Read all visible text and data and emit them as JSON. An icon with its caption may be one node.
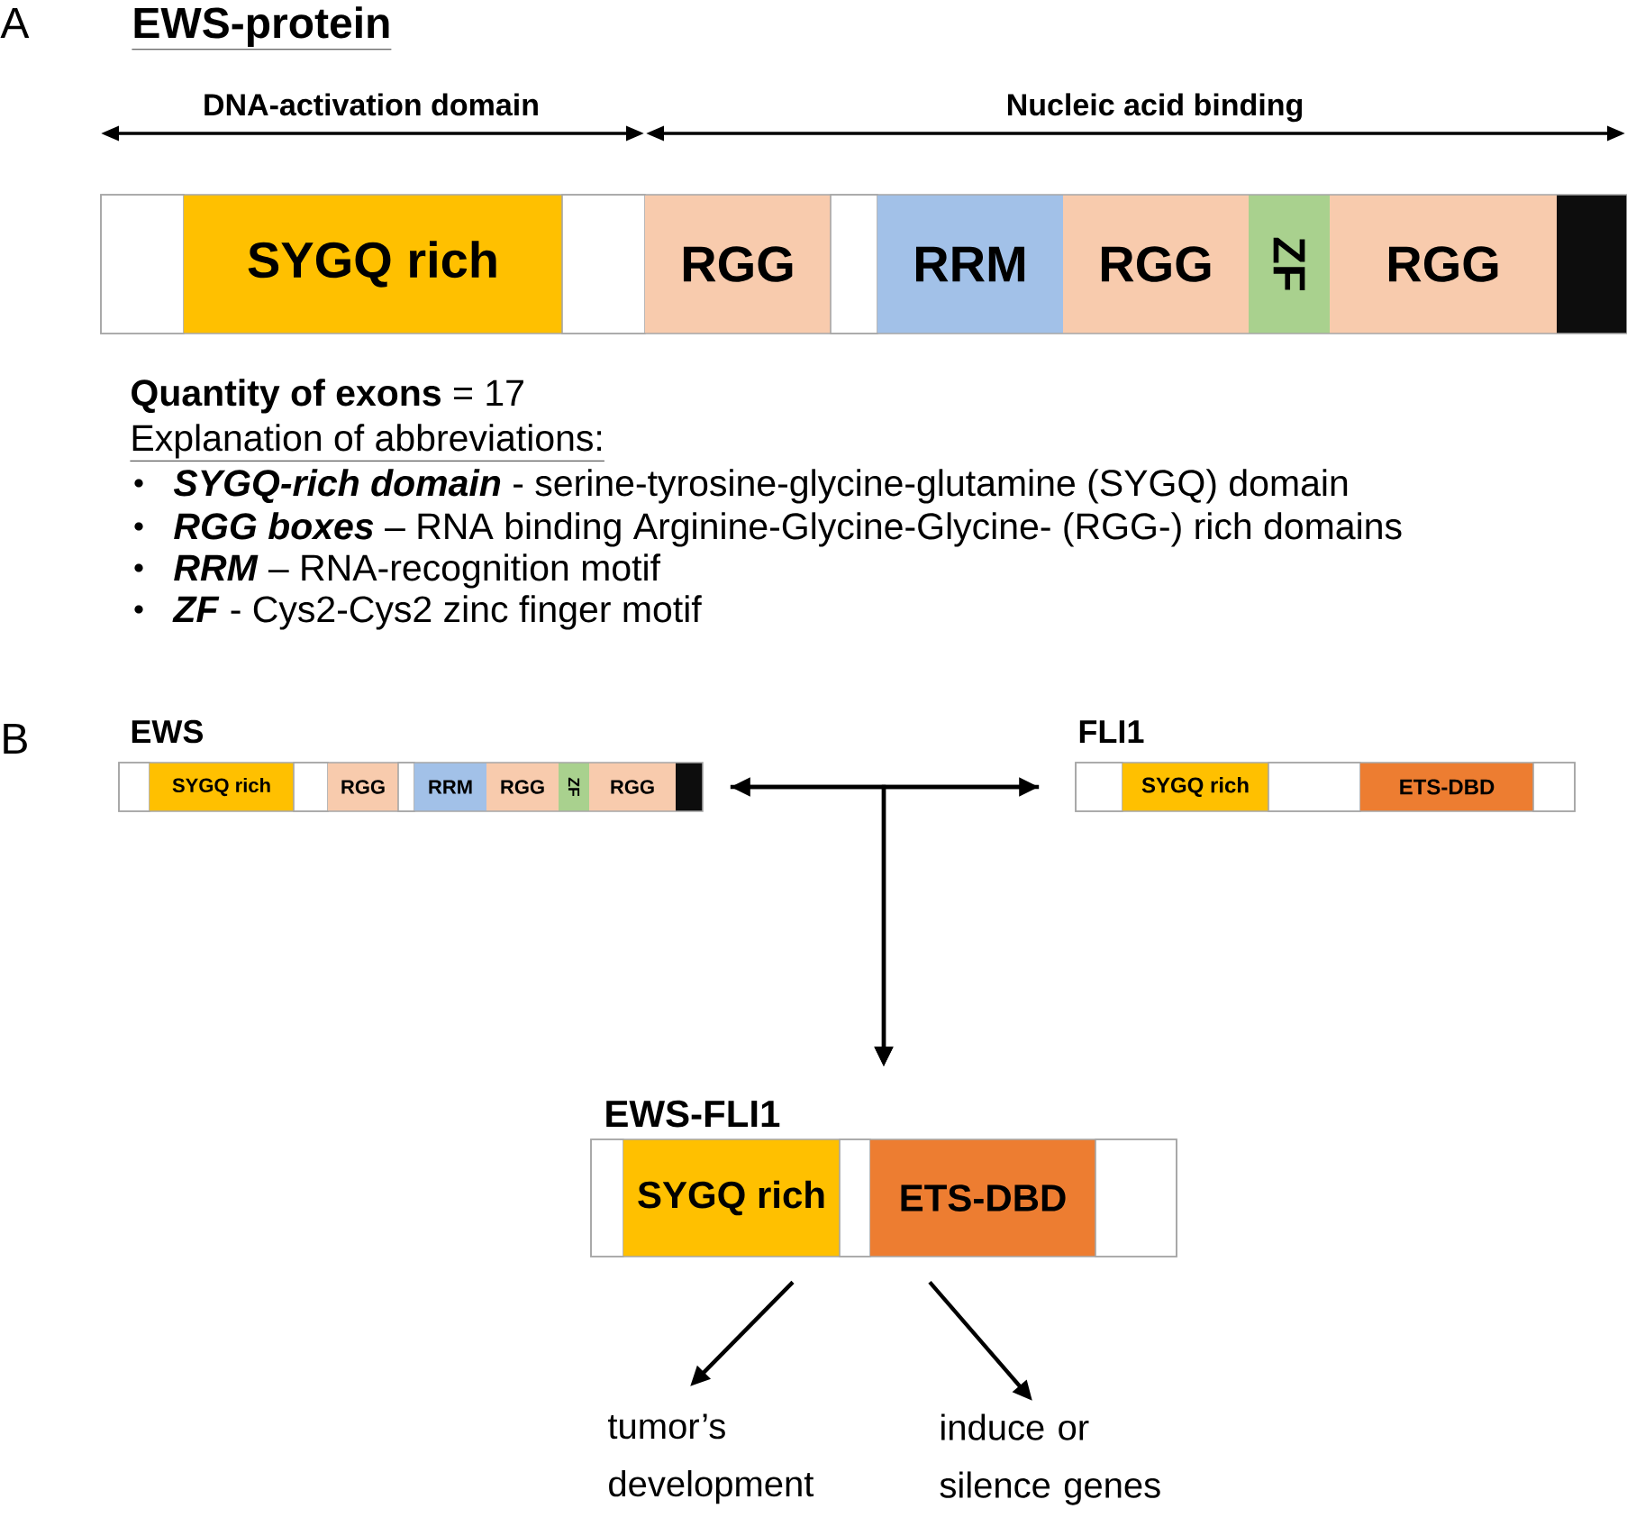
{
  "diagram": {
    "title": "EWS-protein",
    "nodes": [
      {
        "text": [],
        "shape": "box"
      },
      {
        "text": [],
        "shape": "box",
        "in": 0
      },
      {
        "text": [
          "SYGQ rich"
        ],
        "in": 0
      },
      {
        "text": [],
        "shape": "box",
        "in": 0
      },
      {
        "text": [
          "RGG"
        ],
        "in": 0
      },
      {
        "text": [],
        "shape": "box",
        "in": 0
      },
      {
        "text": [
          "RRM"
        ],
        "in": 0
      },
      {
        "text": [
          "RGG"
        ],
        "in": 0
      },
      {
        "text": [
          "ZF"
        ],
        "in": 0
      },
      {
        "text": [
          "RGG"
        ],
        "in": 0
      },
      {
        "text": [],
        "shape": "box",
        "in": 0
      },
      {
        "text": [
          "EWS"
        ]
      },
      {
        "text": [],
        "shape": "box",
        "in": 11
      },
      {
        "text": [
          "SYGQ rich"
        ],
        "in": 11
      },
      {
        "text": [],
        "shape": "box",
        "in": 11
      },
      {
        "text": [
          "RGG"
        ],
        "in": 11
      },
      {
        "text": [],
        "shape": "box",
        "in": 11
      },
      {
        "text": [
          "RRM"
        ],
        "in": 11
      },
      {
        "text": [
          "RGG"
        ],
        "in": 11
      },
      {
        "text": [
          "ZF"
        ],
        "in": 11
      },
      {
        "text": [
          "RGG"
        ],
        "in": 11
      },
      {
        "text": [],
        "shape": "box",
        "in": 11
      },
      {
        "text": [
          "FLI1"
        ]
      },
      {
        "text": [],
        "shape": "box",
        "in": 22
      },
      {
        "text": [
          "SYGQ rich"
        ],
        "in": 22
      },
      {
        "text": [],
        "shape": "box",
        "in": 22
      },
      {
        "text": [
          "ETS-DBD"
        ],
        "in": 22
      },
      {
        "text": [],
        "shape": "box",
        "in": 22
      },
      {
        "text": [
          "EWS-FLI1"
        ]
      },
      {
        "text": [],
        "shape": "box",
        "in": 28
      },
      {
        "text": [
          "SYGQ rich"
        ],
        "in": 28
      },
      {
        "text": [],
        "shape": "box",
        "in": 28
      },
      {
        "text": [
          "ETS-DBD"
        ],
        "in": 28
      },
      {
        "text": [],
        "shape": "box",
        "in": 28
      },
      {
        "text": [
          "tumor’s development"
        ]
      },
      {
        "text": [
          "induce or silence genes"
        ]
      }
    ],
    "edges": [
      {
        "from": 11,
        "to": 22,
        "arrow": "both"
      },
      {
        "from": 11,
        "to": 28,
        "arrow": "to"
      },
      {
        "from": 22,
        "to": 28,
        "arrow": "to"
      },
      {
        "from": 30,
        "to": 34,
        "arrow": "to"
      },
      {
        "from": 32,
        "to": 35,
        "arrow": "to"
      }
    ],
    "labels": [
      "A",
      "DNA-activation domain",
      "Nucleic acid binding",
      "**Quantity of exons** = 17",
      "Explanation of abbreviations:",
      "**SYGQ-rich domain** - serine-tyrosine-glycine-glutamine (SYGQ) domain",
      "**RGG boxes** – RNA binding Arginine-Glycine-Glycine- (RGG-) rich domains",
      "**RRM** – RNA-recognition motif",
      "**ZF** - Cys2-Cys2 zinc finger motif",
      "B"
    ]
  }
}
